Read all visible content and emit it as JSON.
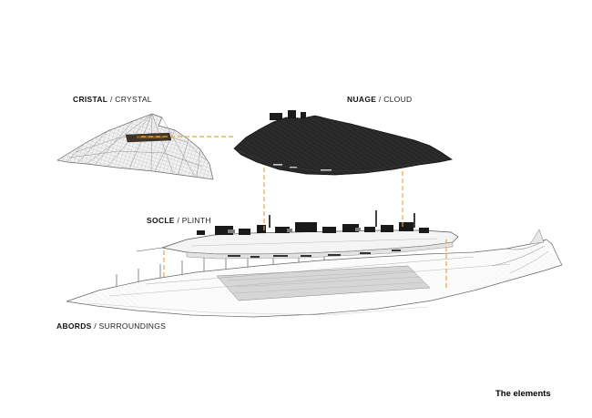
{
  "diagram": {
    "caption": "The elements",
    "connector_color": "#F2A33C",
    "labels": {
      "cristal": {
        "bold": "CRISTAL",
        "rest": " / CRYSTAL"
      },
      "nuage": {
        "bold": "NUAGE",
        "rest": " / CLOUD"
      },
      "socle": {
        "bold": "SOCLE",
        "rest": " / PLINTH"
      },
      "abords": {
        "bold": "ABORDS",
        "rest": " / SURROUNDINGS"
      }
    }
  }
}
